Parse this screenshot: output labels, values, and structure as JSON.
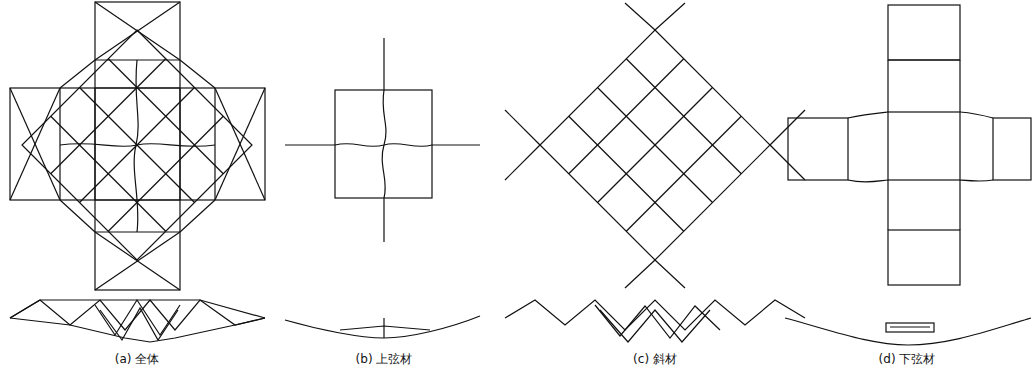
{
  "diagram": {
    "labels": [
      "(a) 全体",
      "(b) 上弦材",
      "(c) 斜材",
      "(d) 下弦材"
    ]
  }
}
